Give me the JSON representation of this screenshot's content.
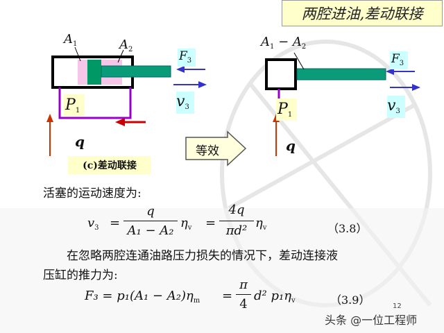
{
  "title": "两腔进油,差动联接",
  "left_diagram": {
    "label_a1": "A",
    "label_a1_sub": "1",
    "label_a2": "A",
    "label_a2_sub": "2",
    "label_f3": "F",
    "label_f3_sub": "3",
    "label_v3": "v",
    "label_v3_sub": "3",
    "label_p1": "P",
    "label_p1_sub": "1",
    "label_q": "q",
    "caption": "(c)差动联接"
  },
  "equivalence_arrow": "等效",
  "right_diagram": {
    "label_area": "A",
    "label_area_sub1": "1",
    "label_minus": " − A",
    "label_area_sub2": "2",
    "label_f3": "F",
    "label_f3_sub": "3",
    "label_v3": "v",
    "label_v3_sub": "3",
    "label_p1": "P",
    "label_p1_sub": "1",
    "label_q": "q"
  },
  "text": {
    "line1": "活塞的运动速度为:",
    "line2": "在忽略两腔连通油路压力损失的情况下，差动连接液",
    "line3": "压缸的推力为:"
  },
  "formula1": {
    "lhs": "v",
    "lhs_sub": "3",
    "eq": "=",
    "num1": "q",
    "den1": "A₁ − A₂",
    "eta1": "η",
    "eta1_sub": "v",
    "eq2": "=",
    "num2": "4q",
    "den2": "πd²",
    "eta2": "η",
    "eta2_sub": "v",
    "number": "（3.8）"
  },
  "formula2": {
    "lhs": "F₃ = p₁(A₁ − A₂)η",
    "lhs_sub": "m",
    "eq": "=",
    "num": "π",
    "den": "4",
    "rhs": "d² p₁η",
    "rhs_sub": "v",
    "number": "（3.9）"
  },
  "slide_number": "12",
  "watermark": "头条 @一位工程师",
  "colors": {
    "cylinder_body": "#000000",
    "piston": "#009966",
    "rod": "#00997a",
    "pipe": "#9900cc",
    "force_arrow": "#3333cc",
    "flow_arrow": "#cc0000"
  }
}
